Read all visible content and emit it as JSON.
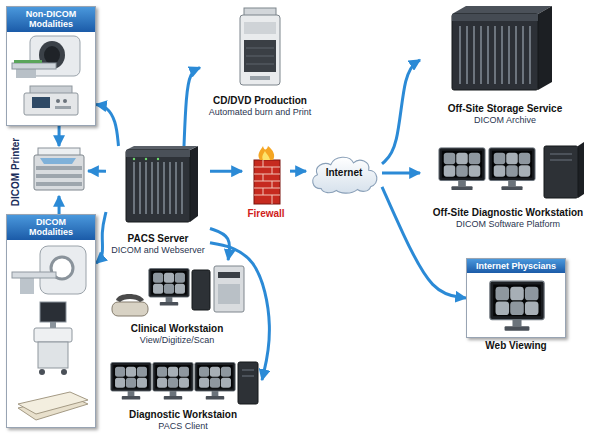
{
  "diagram": {
    "nodes": [
      {
        "text": [
          "Non-DICOM Modalities"
        ]
      },
      {
        "text": [
          "CD/DVD Production",
          "Automated burn and Print"
        ]
      },
      {
        "text": [
          "Off-Site Storage Service",
          "DICOM Archive"
        ]
      },
      {
        "text": [
          "DICOM Printer"
        ]
      },
      {
        "text": [
          "PACS Server",
          "DICOM and Webserver"
        ]
      },
      {
        "text": [
          "Firewall"
        ]
      },
      {
        "text": [
          "Internet"
        ]
      },
      {
        "text": [
          "Off-Site Diagnostic Workstation",
          "DICOM Software Platform"
        ]
      },
      {
        "text": [
          "DICOM Modalities"
        ]
      },
      {
        "text": [
          "Clinical Workstaion",
          "View/Digitize/Scan"
        ]
      },
      {
        "text": [
          "Internet Physcians",
          "Web Viewing"
        ]
      },
      {
        "text": [
          "Diagnostic Workstaion",
          "PACS Client"
        ]
      }
    ],
    "edges": [
      {
        "from": 4,
        "to": 0,
        "arrow": "to"
      },
      {
        "from": 0,
        "to": 3,
        "arrow": "to"
      },
      {
        "from": 4,
        "to": 3,
        "arrow": "to"
      },
      {
        "from": 8,
        "to": 3,
        "arrow": "to"
      },
      {
        "from": 4,
        "to": 8,
        "arrow": "to"
      },
      {
        "from": 4,
        "to": 1,
        "arrow": "to"
      },
      {
        "from": 4,
        "to": 5,
        "arrow": "to"
      },
      {
        "from": 5,
        "to": 6,
        "arrow": "to"
      },
      {
        "from": 6,
        "to": 2,
        "arrow": "to"
      },
      {
        "from": 6,
        "to": 7,
        "arrow": "to"
      },
      {
        "from": 6,
        "to": 10,
        "arrow": "to"
      },
      {
        "from": 4,
        "to": 9,
        "arrow": "to"
      },
      {
        "from": 4,
        "to": 11,
        "arrow": "to"
      }
    ]
  }
}
